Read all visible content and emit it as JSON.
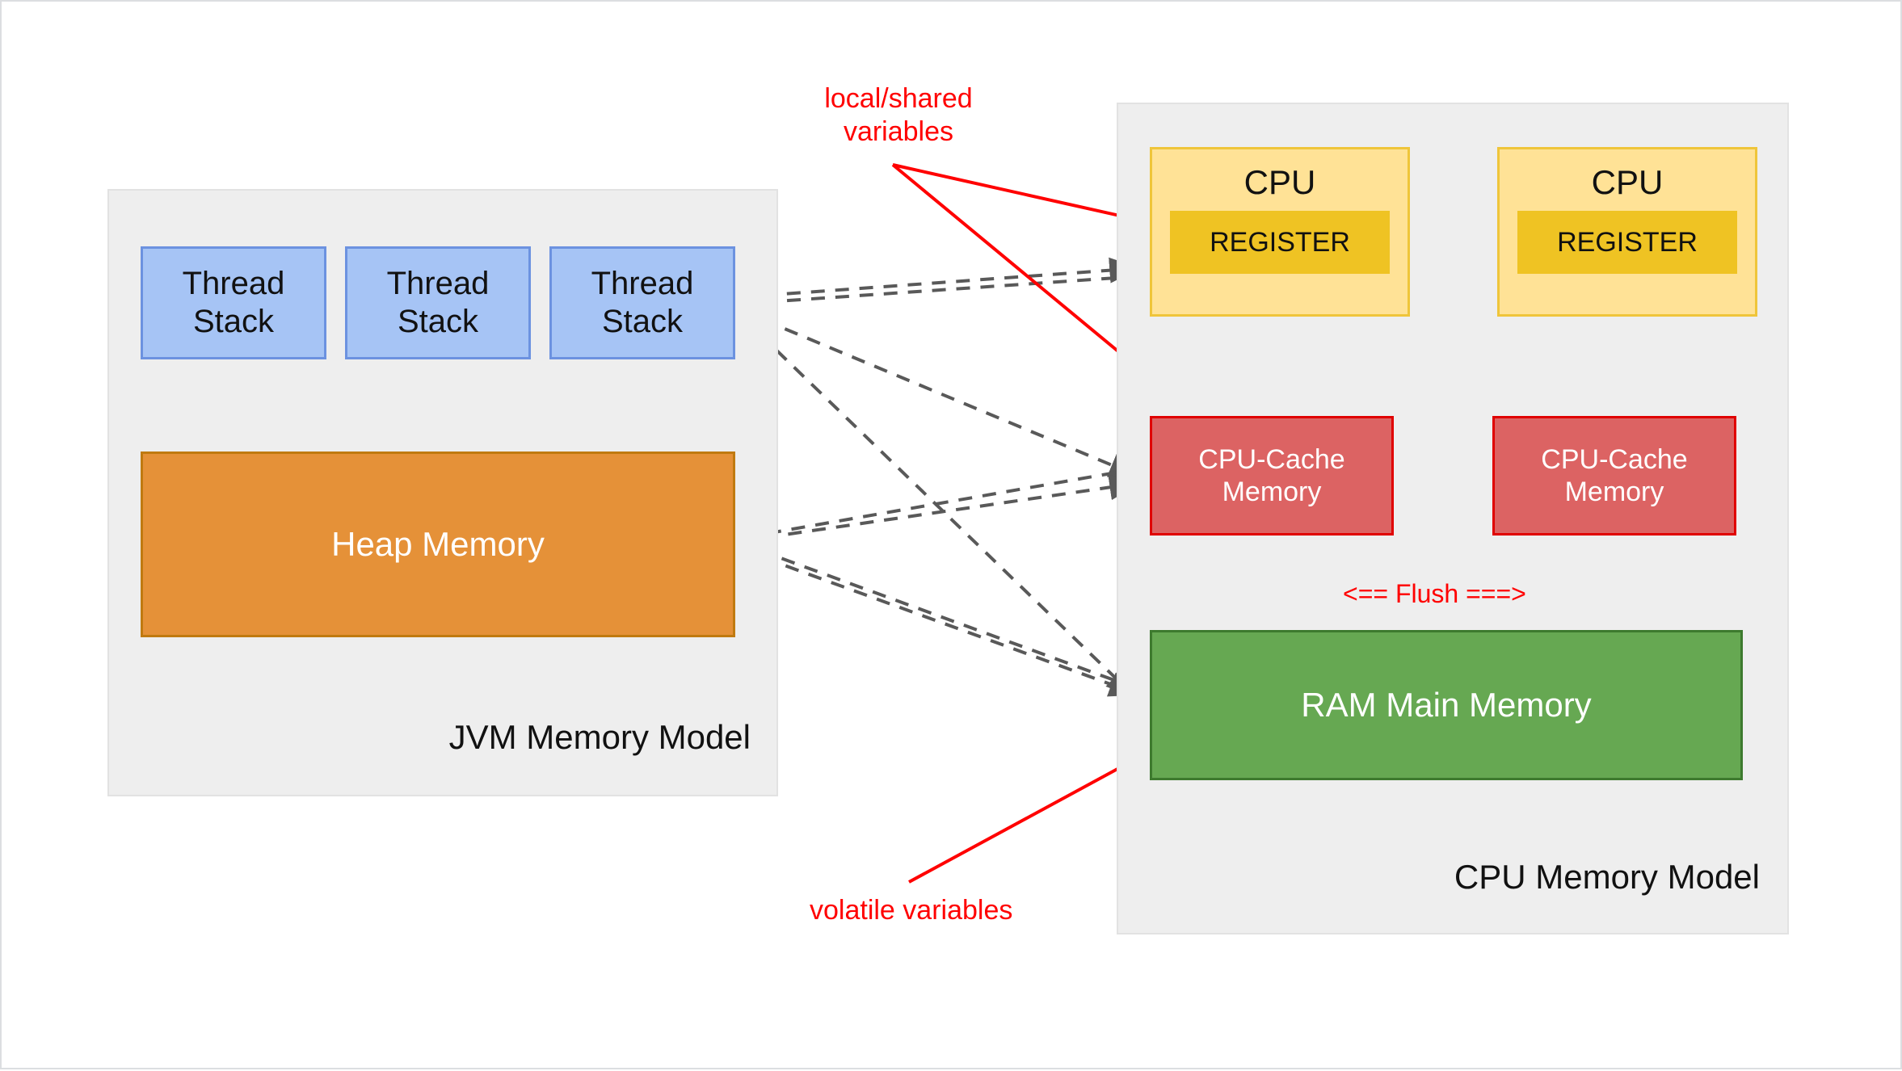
{
  "diagram": {
    "title": "JVM Memory Model and CPU Memory Model",
    "background": "#ffffff"
  },
  "jvm_panel": {
    "title": "JVM Memory Model",
    "fill": "#eeeeee",
    "thread_stacks": [
      {
        "label": "Thread\nStack"
      },
      {
        "label": "Thread\nStack"
      },
      {
        "label": "Thread\nStack"
      }
    ],
    "heap": {
      "label": "Heap Memory",
      "fill": "#e59138",
      "text_color": "#ffffff"
    }
  },
  "cpu_panel": {
    "title": "CPU Memory Model",
    "fill": "#eeeeee",
    "cpus": [
      {
        "label": "CPU",
        "fill": "#ffe296",
        "register": {
          "label": "REGISTER",
          "fill": "#efc323"
        },
        "cache": {
          "label": "CPU-Cache\nMemory",
          "fill": "#dc6363",
          "text_color": "#ffffff"
        }
      },
      {
        "label": "CPU",
        "fill": "#ffe296",
        "register": {
          "label": "REGISTER",
          "fill": "#efc323"
        },
        "cache": {
          "label": "CPU-Cache\nMemory",
          "fill": "#dc6363",
          "text_color": "#ffffff"
        }
      }
    ],
    "ram": {
      "label": "RAM Main Memory",
      "fill": "#66a852",
      "text_color": "#ffffff"
    },
    "flush_label": "<== Flush ===>"
  },
  "annotations": {
    "local_shared": {
      "label": "local/shared\nvariables",
      "color": "#ff0000"
    },
    "volatile": {
      "label": "volatile variables",
      "color": "#ff0000"
    }
  },
  "colors": {
    "panel_fill": "#eeeeee",
    "panel_border": "#e2e2e2",
    "thread_stack_fill": "#a6c4f5",
    "thread_stack_border": "#6c92e0",
    "heap_fill": "#e59138",
    "heap_border": "#c07a10",
    "cpu_fill": "#ffe296",
    "cpu_border": "#efc53a",
    "register_fill": "#efc323",
    "cache_fill": "#dc6363",
    "cache_border": "#e00000",
    "ram_fill": "#66a852",
    "ram_border": "#3d7a2e",
    "dashed_arrow": "#595959",
    "solid_arrow": "#666666",
    "annotation_red": "#ff0000"
  }
}
